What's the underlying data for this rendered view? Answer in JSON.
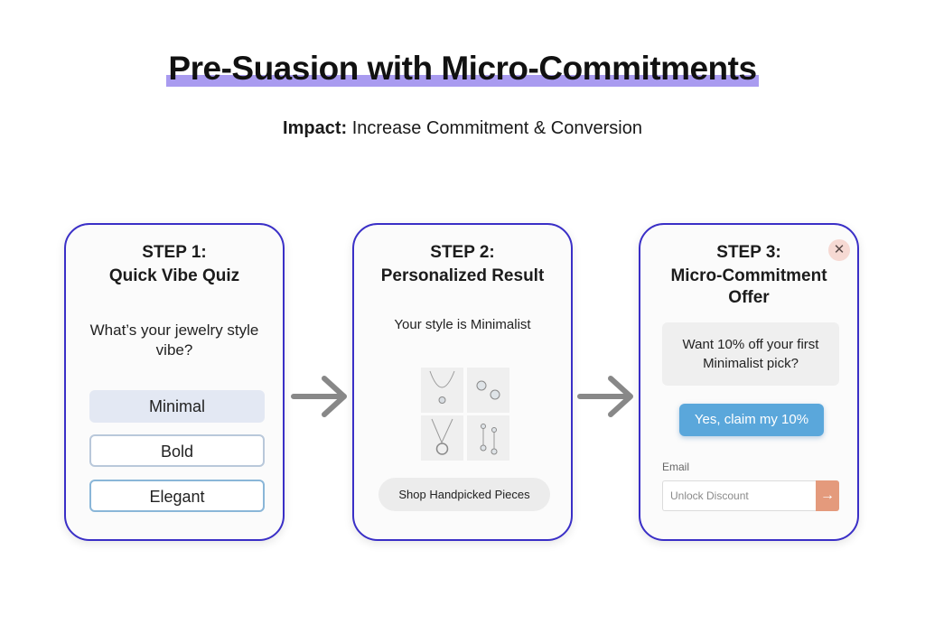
{
  "header": {
    "title": "Pre-Suasion with Micro-Commitments",
    "impact_label": "Impact:",
    "impact_text": "Increase Commitment & Conversion"
  },
  "steps": [
    {
      "label": "STEP 1:",
      "title": "Quick Vibe Quiz",
      "question": "What’s your jewelry style vibe?",
      "options": [
        "Minimal",
        "Bold",
        "Elegant"
      ],
      "selected_option": "Minimal"
    },
    {
      "label": "STEP 2:",
      "title": "Personalized Result",
      "result": "Your style is Minimalist",
      "products": [
        "necklace-pendant",
        "stud-earrings",
        "ring-pendant-necklace",
        "drop-earrings"
      ],
      "button": "Shop Handpicked Pieces"
    },
    {
      "label": "STEP 3:",
      "title": "Micro-Commitment Offer",
      "offer": "Want 10% off your first Minimalist pick?",
      "button": "Yes, claim my 10%",
      "email_label": "Email",
      "email_placeholder": "Unlock Discount",
      "close_icon": "close-icon",
      "submit_icon": "arrow-right-icon"
    }
  ],
  "colors": {
    "card_border": "#3a2fc7",
    "title_highlight": "#a99bf0",
    "claim_button": "#5aa7db",
    "submit_button": "#e49a7c",
    "arrow": "#888888"
  }
}
